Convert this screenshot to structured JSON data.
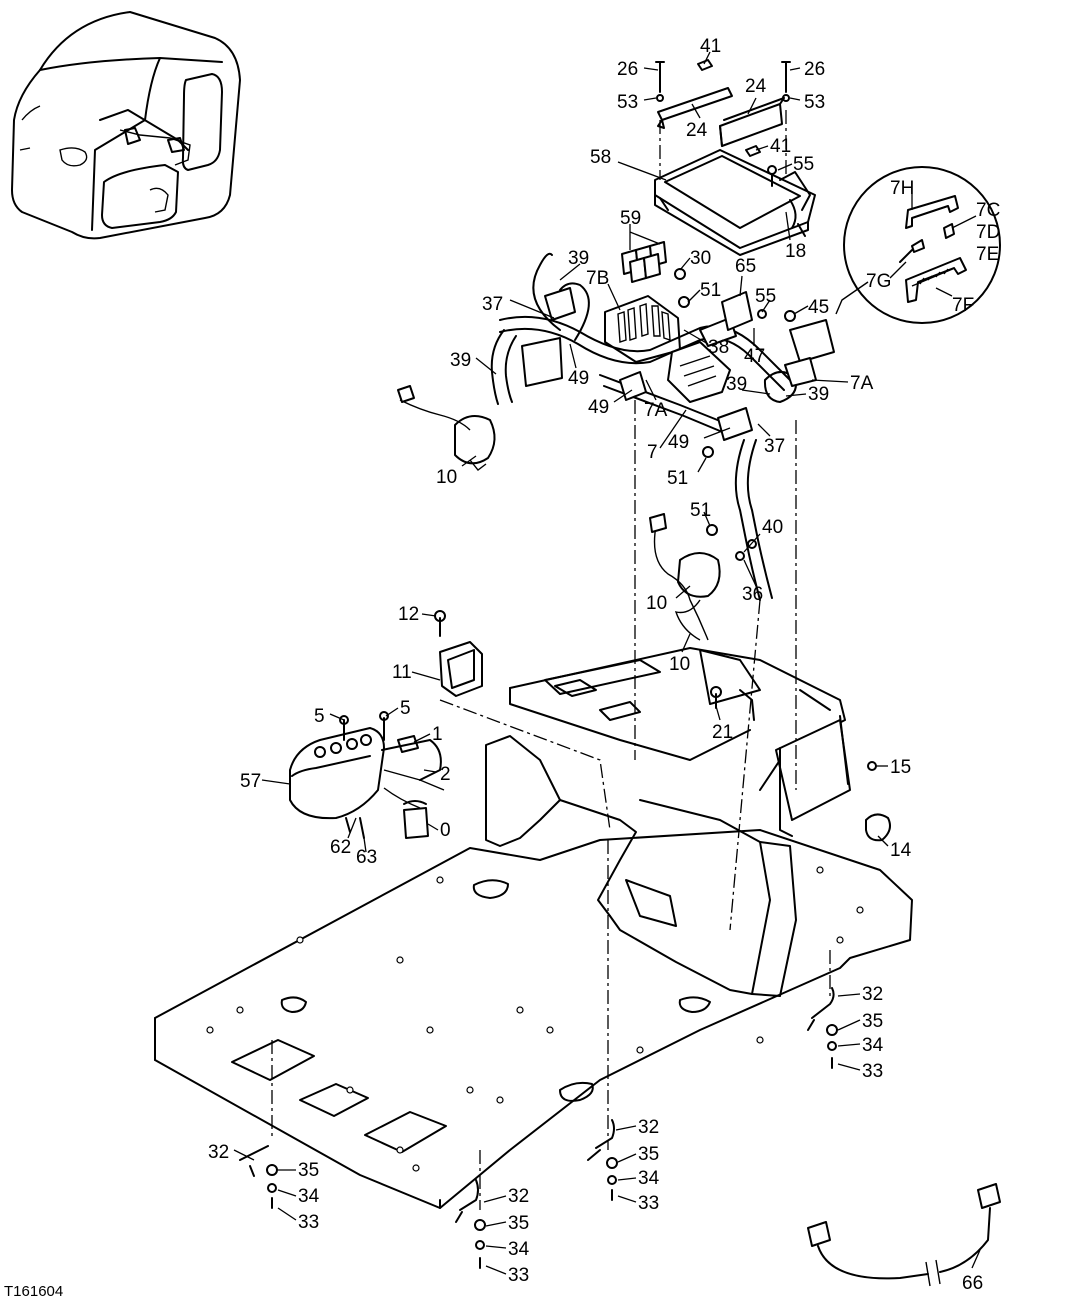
{
  "figure_id": "T161604",
  "callouts": [
    {
      "label": "26"
    },
    {
      "label": "41"
    },
    {
      "label": "26"
    },
    {
      "label": "53"
    },
    {
      "label": "24"
    },
    {
      "label": "53"
    },
    {
      "label": "24"
    },
    {
      "label": "41"
    },
    {
      "label": "58"
    },
    {
      "label": "55"
    },
    {
      "label": "18"
    },
    {
      "label": "7H"
    },
    {
      "label": "7C"
    },
    {
      "label": "7D"
    },
    {
      "label": "7E"
    },
    {
      "label": "7G"
    },
    {
      "label": "7F"
    },
    {
      "label": "59"
    },
    {
      "label": "39"
    },
    {
      "label": "7B"
    },
    {
      "label": "30"
    },
    {
      "label": "65"
    },
    {
      "label": "51"
    },
    {
      "label": "55"
    },
    {
      "label": "45"
    },
    {
      "label": "37"
    },
    {
      "label": "38"
    },
    {
      "label": "47"
    },
    {
      "label": "39"
    },
    {
      "label": "49"
    },
    {
      "label": "7A"
    },
    {
      "label": "49"
    },
    {
      "label": "7A"
    },
    {
      "label": "39"
    },
    {
      "label": "39"
    },
    {
      "label": "7"
    },
    {
      "label": "49"
    },
    {
      "label": "37"
    },
    {
      "label": "51"
    },
    {
      "label": "10"
    },
    {
      "label": "51"
    },
    {
      "label": "40"
    },
    {
      "label": "10"
    },
    {
      "label": "36"
    },
    {
      "label": "10"
    },
    {
      "label": "12"
    },
    {
      "label": "11"
    },
    {
      "label": "5"
    },
    {
      "label": "5"
    },
    {
      "label": "1"
    },
    {
      "label": "2"
    },
    {
      "label": "57"
    },
    {
      "label": "0"
    },
    {
      "label": "62"
    },
    {
      "label": "63"
    },
    {
      "label": "21"
    },
    {
      "label": "15"
    },
    {
      "label": "14"
    },
    {
      "label": "32"
    },
    {
      "label": "35"
    },
    {
      "label": "34"
    },
    {
      "label": "33"
    },
    {
      "label": "32"
    },
    {
      "label": "35"
    },
    {
      "label": "34"
    },
    {
      "label": "33"
    },
    {
      "label": "32"
    },
    {
      "label": "35"
    },
    {
      "label": "34"
    },
    {
      "label": "33"
    },
    {
      "label": "32"
    },
    {
      "label": "35"
    },
    {
      "label": "34"
    },
    {
      "label": "33"
    },
    {
      "label": "66"
    }
  ]
}
